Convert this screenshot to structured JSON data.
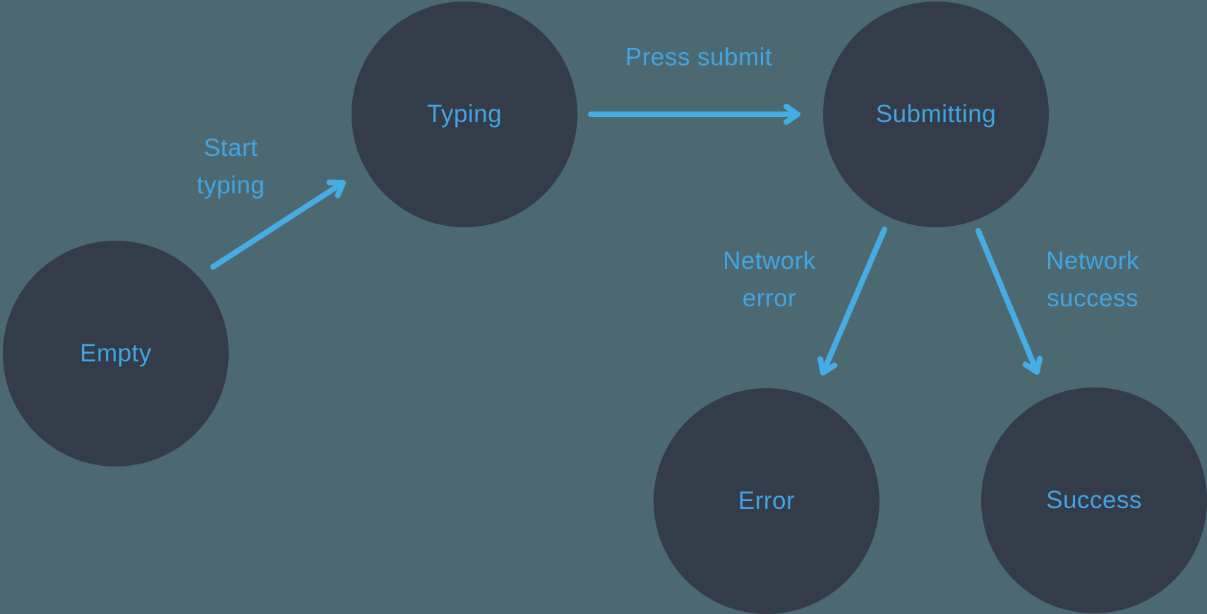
{
  "colors": {
    "background": "#4C6971",
    "node_fill": "#343B49",
    "label_blue": "#41A5E3",
    "arrow_blue": "#45ACE4"
  },
  "diagram": {
    "type": "state-machine",
    "states": [
      {
        "id": "empty",
        "label": "Empty"
      },
      {
        "id": "typing",
        "label": "Typing"
      },
      {
        "id": "submitting",
        "label": "Submitting"
      },
      {
        "id": "error",
        "label": "Error"
      },
      {
        "id": "success",
        "label": "Success"
      }
    ],
    "transitions": [
      {
        "id": "start-typing",
        "from": "Empty",
        "to": "Typing",
        "lines": [
          "Start",
          "typing"
        ]
      },
      {
        "id": "press-submit",
        "from": "Typing",
        "to": "Submitting",
        "lines": [
          "Press submit"
        ]
      },
      {
        "id": "network-error",
        "from": "Submitting",
        "to": "Error",
        "lines": [
          "Network",
          "error"
        ]
      },
      {
        "id": "network-success",
        "from": "Submitting",
        "to": "Success",
        "lines": [
          "Network",
          "success"
        ]
      }
    ]
  }
}
